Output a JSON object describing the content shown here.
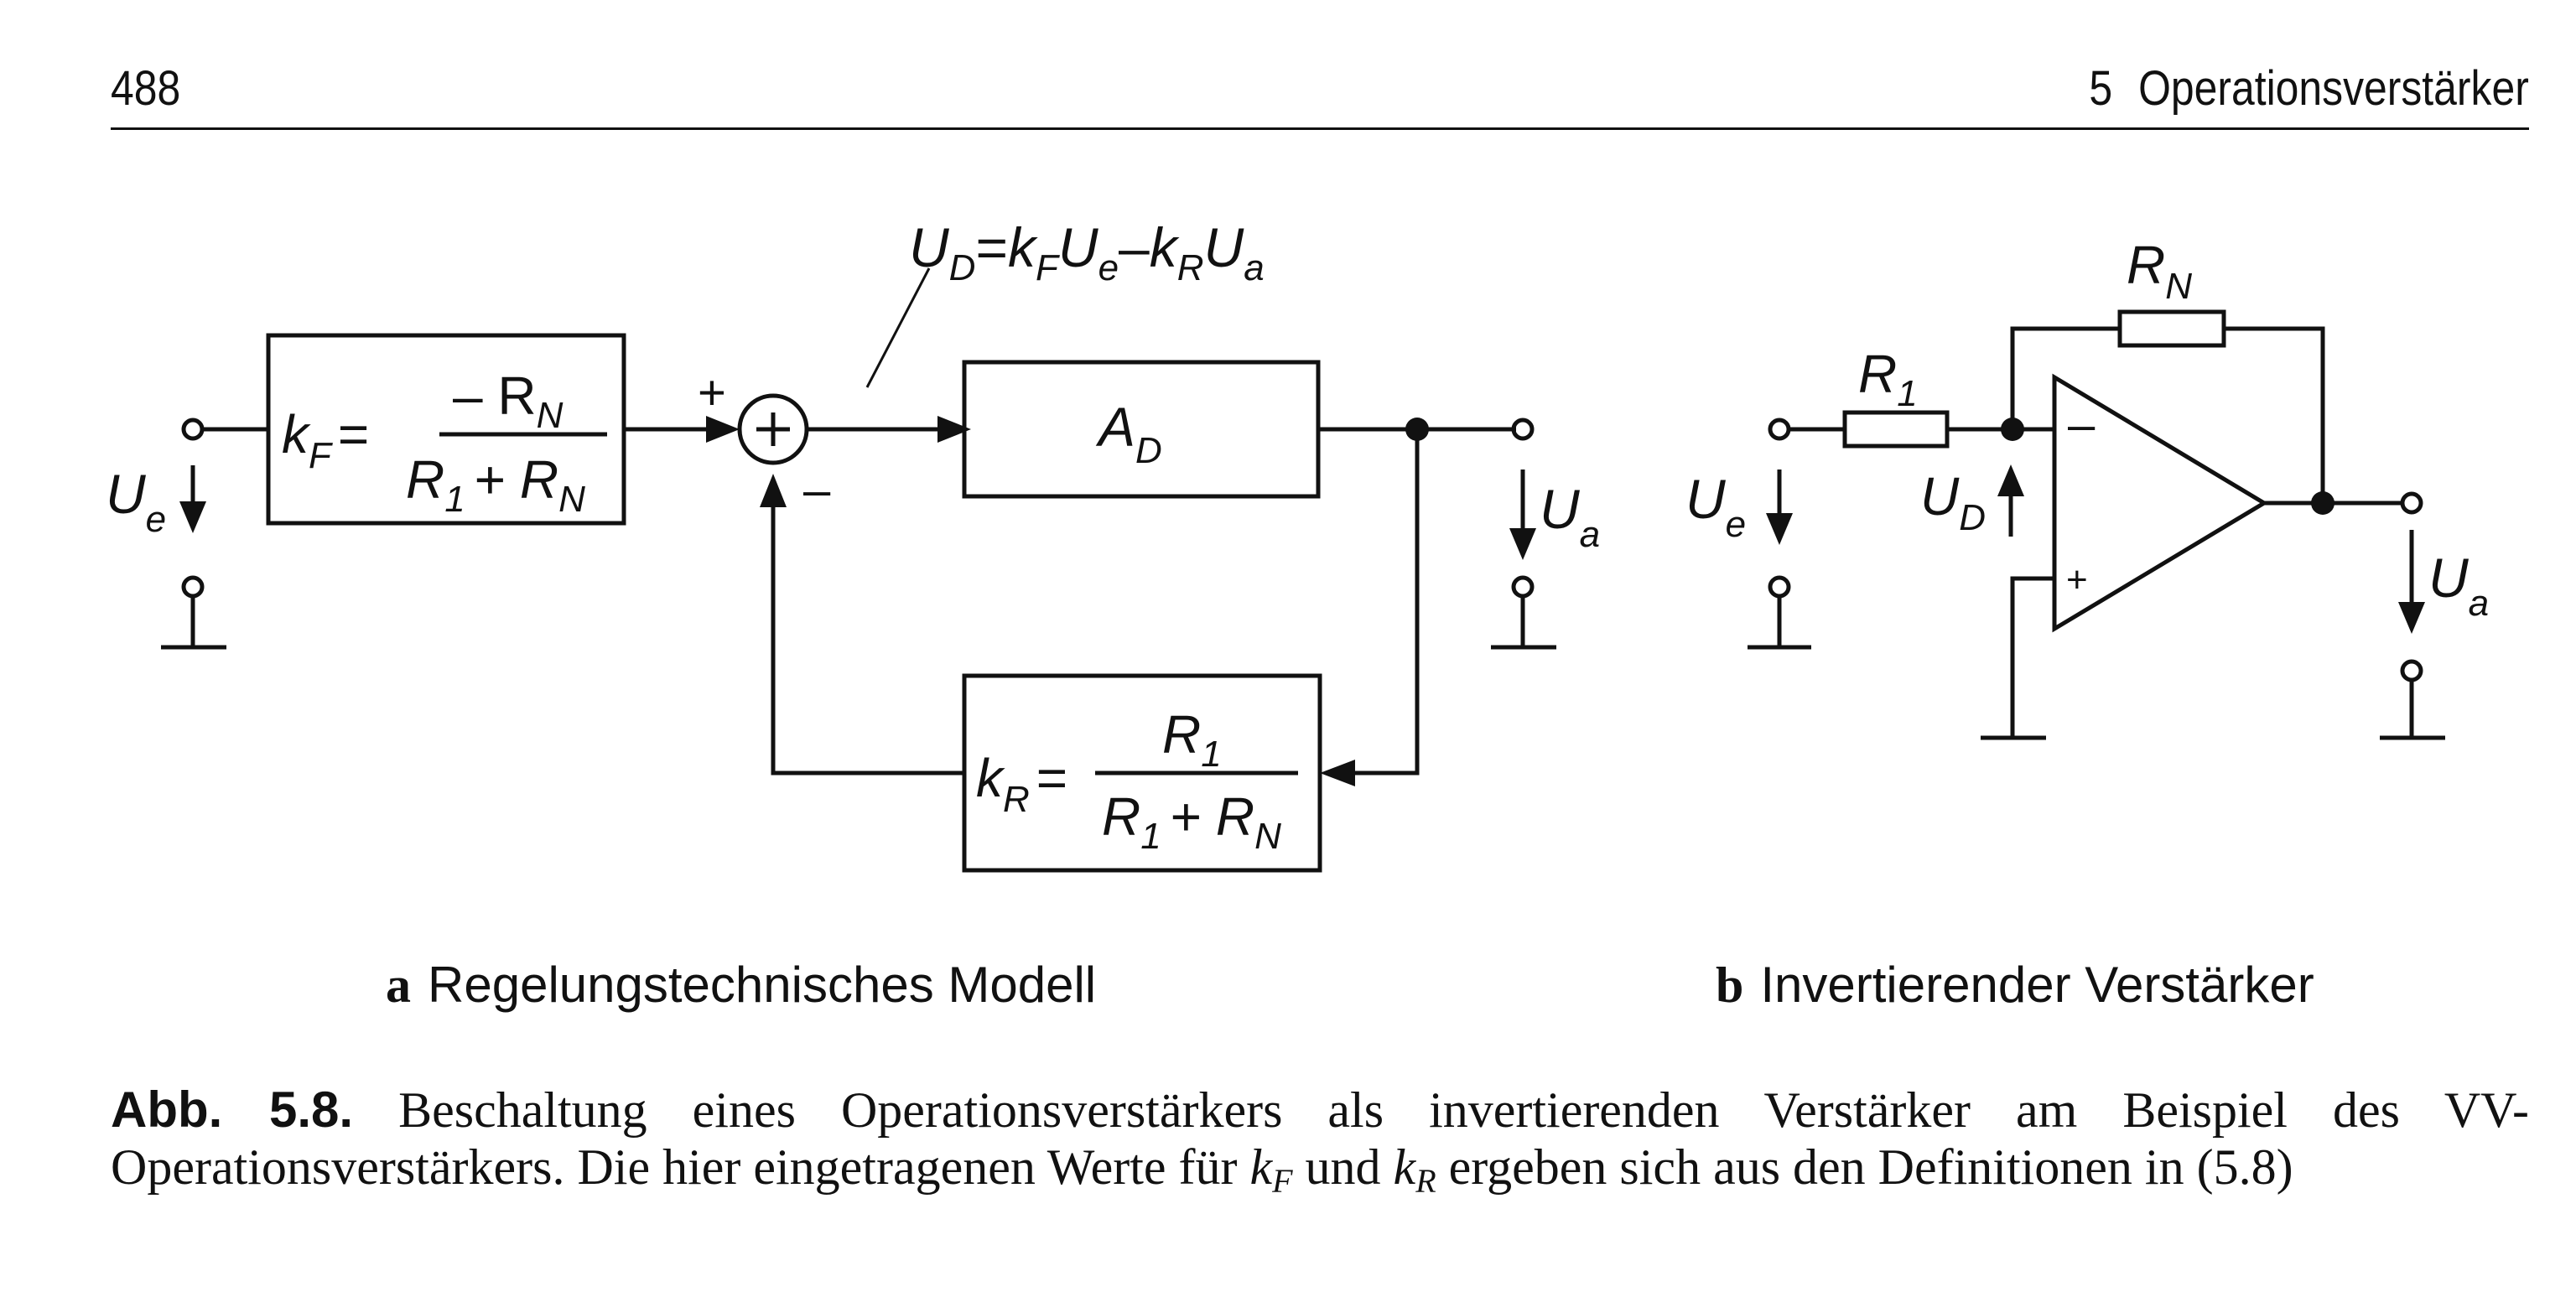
{
  "header": {
    "page_number": "488",
    "chapter_number": "5",
    "chapter_title": "Operationsverstärker"
  },
  "figure_a": {
    "equation": {
      "lhs": "U",
      "lhs_sub": "D",
      "eq": "=",
      "k1": "k",
      "k1_sub": "F",
      "u1": "U",
      "u1_sub": "e",
      "minus": "–",
      "k2": "k",
      "k2_sub": "R",
      "u2": "U",
      "u2_sub": "a"
    },
    "input": {
      "symbol": "U",
      "sub": "e"
    },
    "output": {
      "symbol": "U",
      "sub": "a"
    },
    "forward_block": {
      "symbol": "k",
      "sub": "F",
      "eq": "=",
      "numerator": "– R",
      "numerator_sub": "N",
      "denom_a": "R",
      "denom_a_sub": "1",
      "denom_plus": "+ R",
      "denom_b_sub": "N"
    },
    "summer": {
      "sign": "+",
      "plus_input": "+",
      "minus_input": "–"
    },
    "amplifier_block": {
      "symbol": "A",
      "sub": "D"
    },
    "feedback_block": {
      "symbol": "k",
      "sub": "R",
      "eq": "=",
      "numerator": "R",
      "numerator_sub": "1",
      "denom_a": "R",
      "denom_a_sub": "1",
      "denom_plus": "+ R",
      "denom_b_sub": "N"
    }
  },
  "figure_b": {
    "input": {
      "symbol": "U",
      "sub": "e"
    },
    "output": {
      "symbol": "U",
      "sub": "a"
    },
    "r1": {
      "symbol": "R",
      "sub": "1"
    },
    "rn": {
      "symbol": "R",
      "sub": "N"
    },
    "ud": {
      "symbol": "U",
      "sub": "D"
    },
    "minus_input": "–",
    "plus_input": "+"
  },
  "subcaption_a": {
    "letter": "a",
    "text": "Regelungstechnisches Modell"
  },
  "subcaption_b": {
    "letter": "b",
    "text": "Invertierender Verstärker"
  },
  "caption": {
    "label": "Abb. 5.8.",
    "text1": " Beschaltung eines Operationsverstärkers als invertierenden Verstärker am Beispiel des VV-Operationsverstärkers. Die hier eingetragenen Werte für ",
    "kf": "k",
    "kf_sub": "F",
    "text2": " und ",
    "kr": "k",
    "kr_sub": "R",
    "text3": " ergeben sich aus den Definitionen in (5.8)"
  }
}
